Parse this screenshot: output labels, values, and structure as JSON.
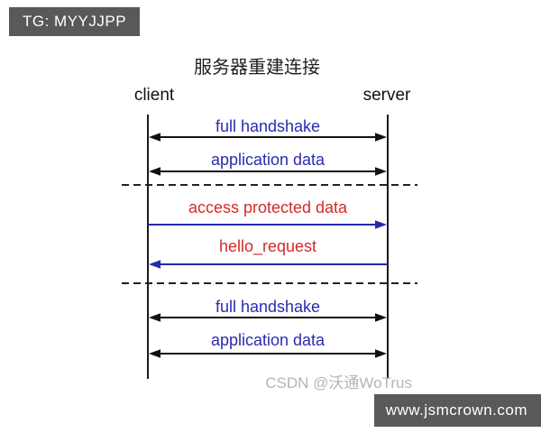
{
  "badges": {
    "top_left": {
      "label": "TG: MYYJJPP",
      "bg": "#595959",
      "fg": "#ffffff"
    },
    "bottom_right": {
      "label": "www.jsmcrown.com",
      "bg": "#595959",
      "fg": "#ffffff"
    }
  },
  "watermark": {
    "label": "CSDN @沃通WoTrus",
    "color": "#b5b5b5"
  },
  "diagram": {
    "title": "服务器重建连接",
    "actors": [
      {
        "label": "client"
      },
      {
        "label": "server"
      }
    ],
    "colors": {
      "label_blue": "#2b2bb0",
      "label_red": "#d32b2b",
      "arrow_black": "#111111",
      "arrow_blue": "#2828aa",
      "lifeline": "#1a1a1a",
      "separator": "#222222"
    },
    "messages": [
      {
        "label": "full handshake",
        "color": "#2b2bb0",
        "arrow_color": "#111111",
        "direction": "both"
      },
      {
        "label": "application data",
        "color": "#2b2bb0",
        "arrow_color": "#111111",
        "direction": "both"
      },
      {
        "type": "separator"
      },
      {
        "label": "access protected data",
        "color": "#d32b2b",
        "arrow_color": "#2828aa",
        "direction": "right"
      },
      {
        "label": "hello_request",
        "color": "#d32b2b",
        "arrow_color": "#2828aa",
        "direction": "left"
      },
      {
        "type": "separator"
      },
      {
        "label": "full handshake",
        "color": "#2b2bb0",
        "arrow_color": "#111111",
        "direction": "both"
      },
      {
        "label": "application data",
        "color": "#2b2bb0",
        "arrow_color": "#111111",
        "direction": "both"
      }
    ]
  }
}
